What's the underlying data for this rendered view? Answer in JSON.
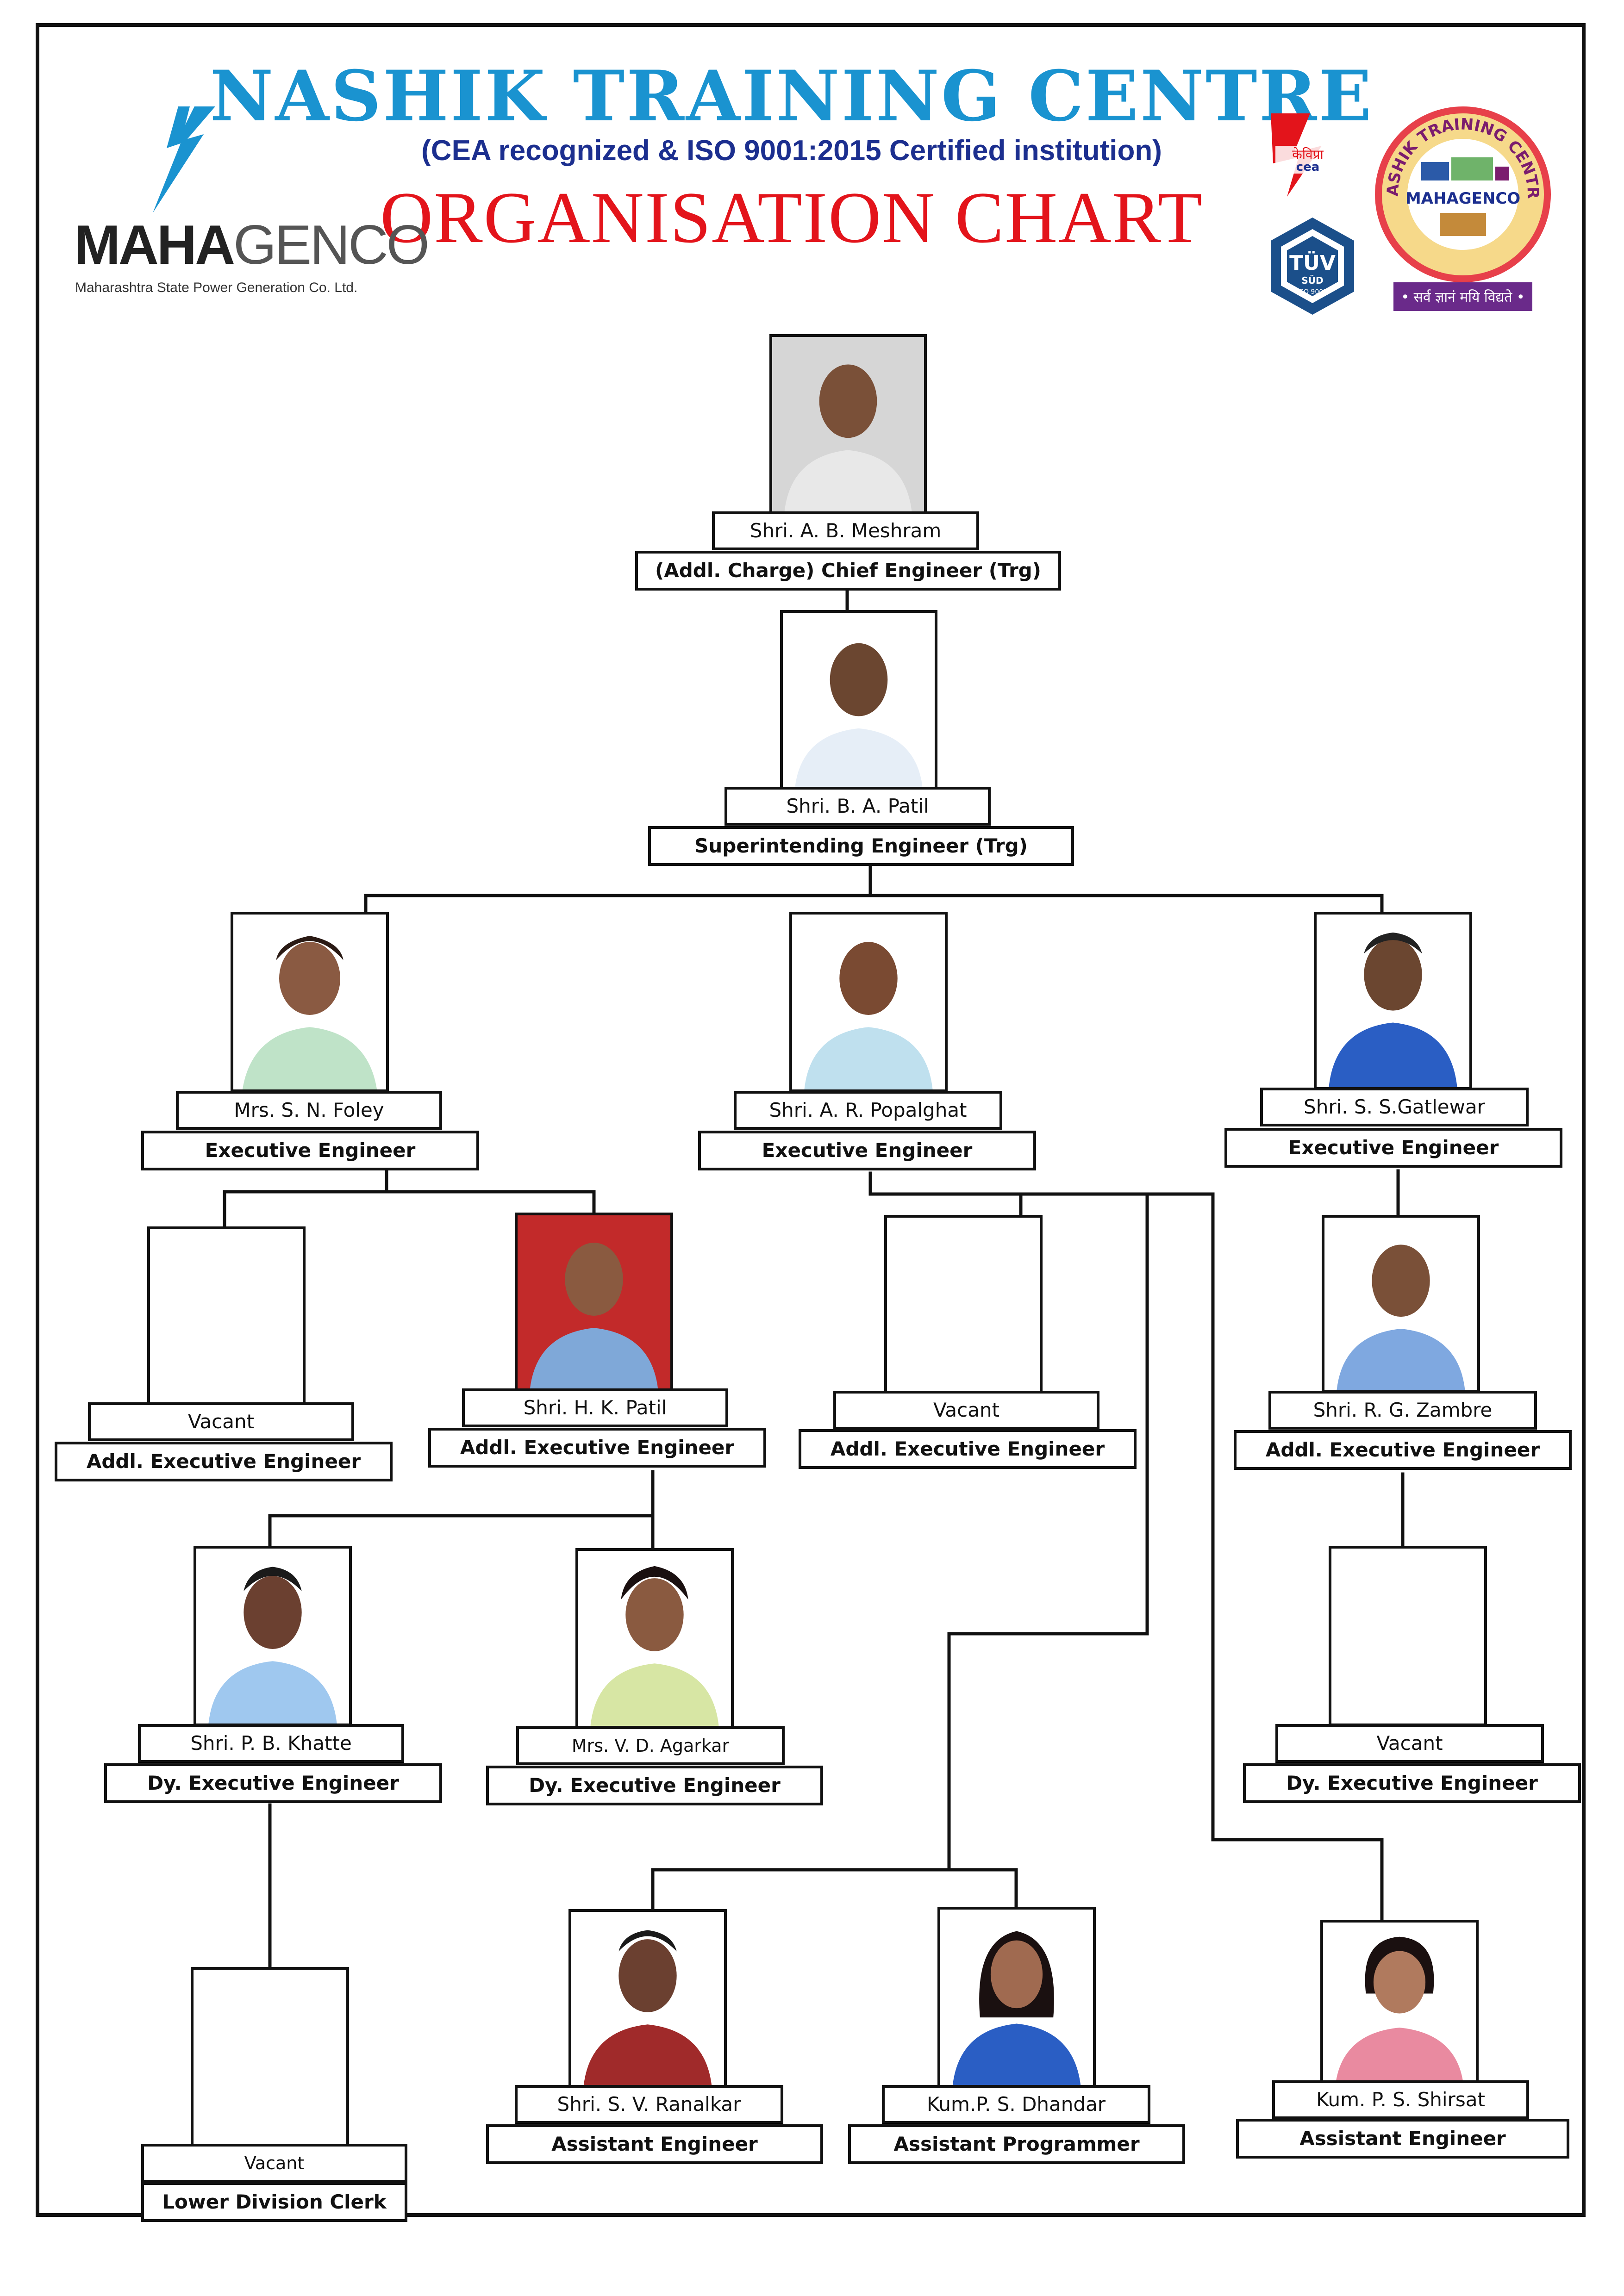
{
  "header": {
    "title": "NASHIK TRAINING CENTRE",
    "subtitle": "(CEA recognized & ISO 9001:2015 Certified institution)",
    "chart_title": "ORGANISATION CHART"
  },
  "logos": {
    "mahagenco_bold": "MAHA",
    "mahagenco_light": "GENCO",
    "mahagenco_sub": "Maharashtra State Power Generation Co. Ltd.",
    "cea_text": "केविप्रा",
    "cea_abbr": "cea",
    "tuv_text": "TÜV",
    "tuv_sud": "SÜD",
    "tuv_iso": "ISO 9001",
    "ntc_ring": "NASHIK TRAINING CENTRE",
    "ntc_brand": "MAHAGENCO",
    "ntc_motto": "• सर्व ज्ञानं मयि विद्यते •"
  },
  "colors": {
    "title_blue": "#1a93d0",
    "subtitle_navy": "#1c2f8f",
    "chart_title_red": "#e3141b",
    "line": "#111111"
  },
  "nodes": [
    {
      "id": "n1",
      "name": "Shri. A. B. Meshram",
      "designation": "(Addl. Charge) Chief Engineer (Trg)",
      "photo": "person-photo"
    },
    {
      "id": "n2",
      "name": "Shri. B. A. Patil",
      "designation": "Superintending Engineer (Trg)",
      "photo": "person-photo"
    },
    {
      "id": "n3",
      "name": "Mrs. S. N. Foley",
      "designation": "Executive Engineer",
      "photo": "person-photo"
    },
    {
      "id": "n4",
      "name": "Shri. A. R. Popalghat",
      "designation": "Executive Engineer",
      "photo": "person-photo"
    },
    {
      "id": "n5",
      "name": "Shri. S. S.Gatlewar",
      "designation": "Executive Engineer",
      "photo": "person-photo"
    },
    {
      "id": "n6",
      "name": "Vacant",
      "designation": "Addl. Executive Engineer",
      "photo": "empty"
    },
    {
      "id": "n7",
      "name": "Shri. H. K. Patil",
      "designation": "Addl. Executive Engineer",
      "photo": "person-photo"
    },
    {
      "id": "n8",
      "name": "Vacant",
      "designation": "Addl. Executive Engineer",
      "photo": "empty"
    },
    {
      "id": "n9",
      "name": "Shri. R. G. Zambre",
      "designation": "Addl. Executive Engineer",
      "photo": "person-photo"
    },
    {
      "id": "n10",
      "name": "Shri. P. B. Khatte",
      "designation": "Dy. Executive Engineer",
      "photo": "person-photo"
    },
    {
      "id": "n11",
      "name": "Mrs. V. D. Agarkar",
      "designation": "Dy. Executive Engineer",
      "photo": "person-photo"
    },
    {
      "id": "n12",
      "name": "Vacant",
      "designation": "Dy. Executive Engineer",
      "photo": "empty"
    },
    {
      "id": "n13",
      "name": "Vacant",
      "designation": "Lower Division Clerk",
      "photo": "empty"
    },
    {
      "id": "n14",
      "name": "Shri. S. V. Ranalkar",
      "designation": "Assistant Engineer",
      "photo": "person-photo"
    },
    {
      "id": "n15",
      "name": "Kum.P. S. Dhandar",
      "designation": "Assistant Programmer",
      "photo": "person-photo"
    },
    {
      "id": "n16",
      "name": "Kum. P. S. Shirsat",
      "designation": "Assistant Engineer",
      "photo": "person-photo"
    }
  ]
}
